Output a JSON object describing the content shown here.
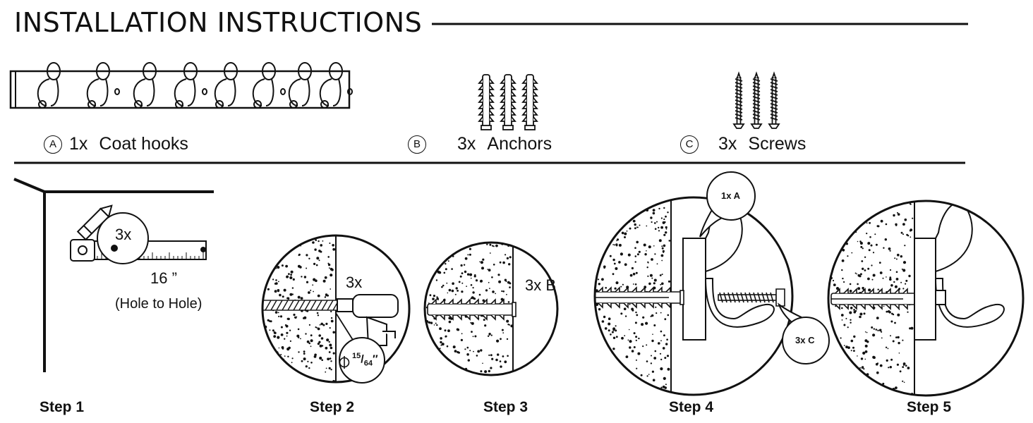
{
  "title": "INSTALLATION INSTRUCTIONS",
  "parts": [
    {
      "letter": "A",
      "qty": "1x",
      "name": "Coat hooks"
    },
    {
      "letter": "B",
      "qty": "3x",
      "name": "Anchors"
    },
    {
      "letter": "C",
      "qty": "3x",
      "name": "Screws"
    }
  ],
  "step1": {
    "count": "3x",
    "distance": "16 ”",
    "note": "(Hole to Hole)"
  },
  "step2": {
    "count": "3x",
    "drill_num": "15",
    "drill_den": "64",
    "drill_unit": "″"
  },
  "step3": {
    "label": "3x B"
  },
  "step4": {
    "callout_a": "1x A",
    "callout_c": "3x C"
  },
  "steps": [
    "Step 1",
    "Step 2",
    "Step 3",
    "Step 4",
    "Step 5"
  ],
  "colors": {
    "ink": "#111111",
    "background": "#ffffff"
  }
}
